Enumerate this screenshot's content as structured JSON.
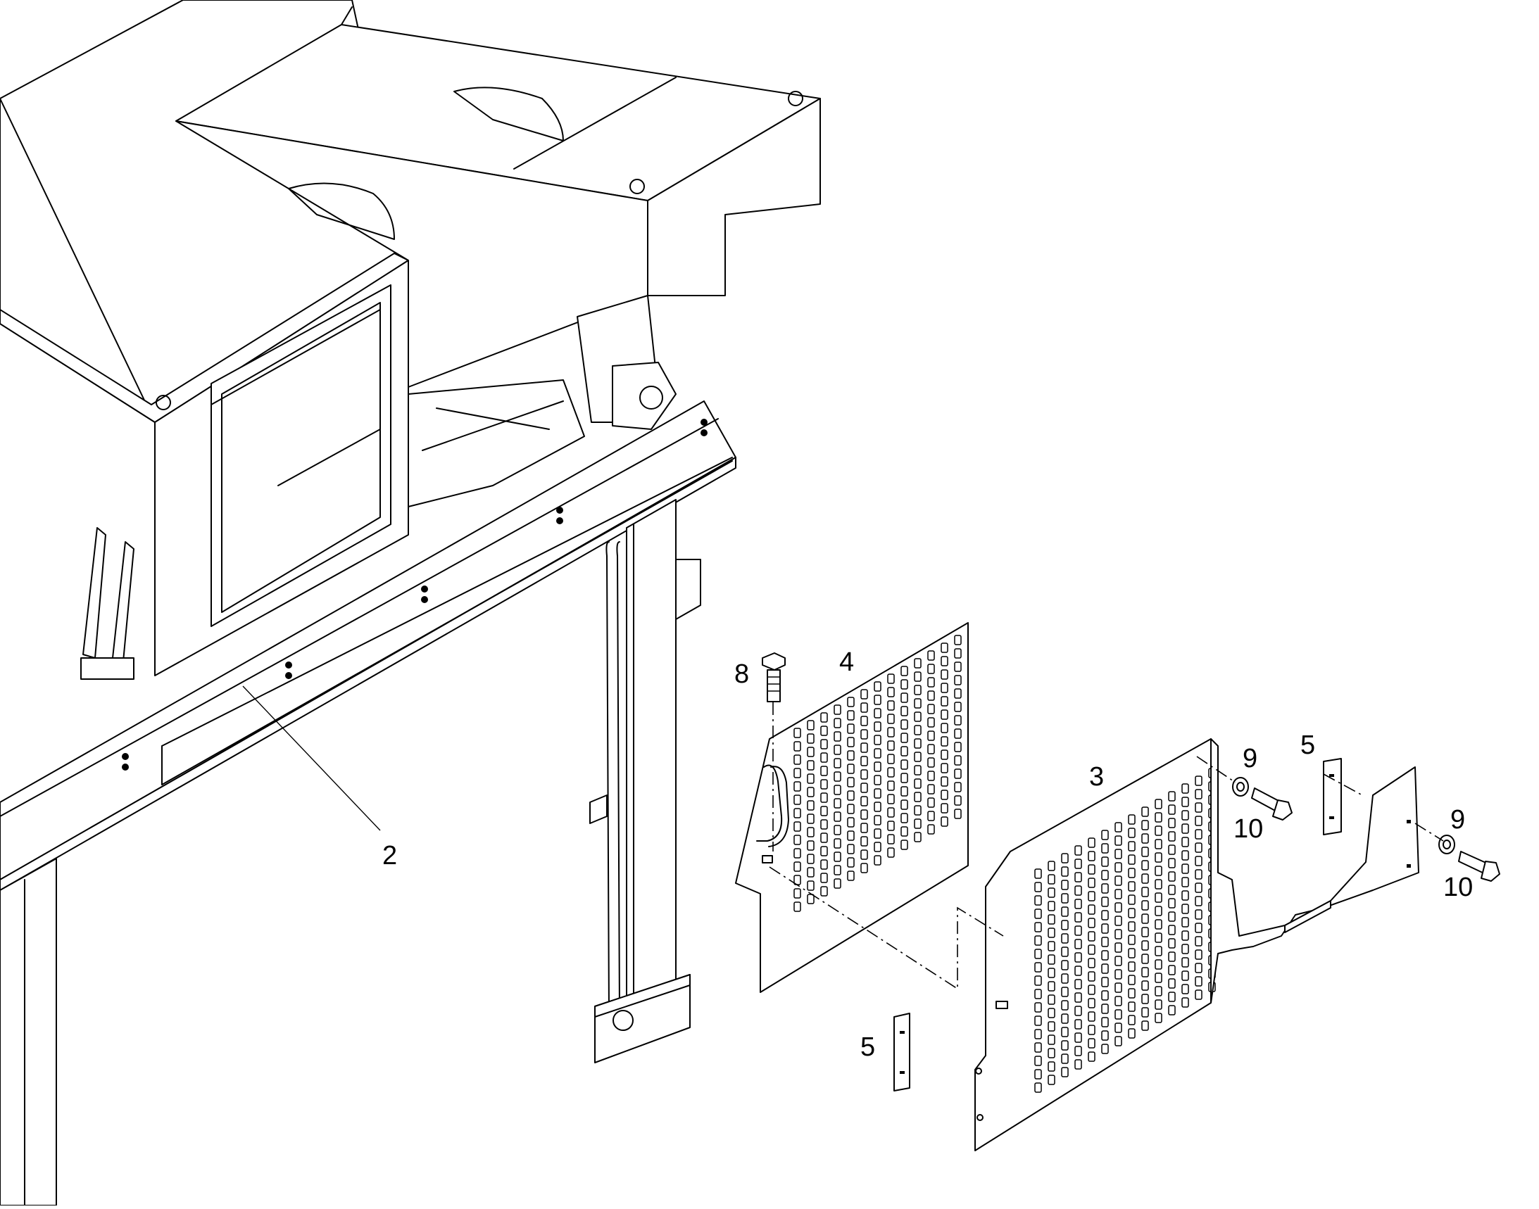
{
  "callouts": {
    "c2": "2",
    "c3": "3",
    "c4": "4",
    "c5a": "5",
    "c5b": "5",
    "c8": "8",
    "c9a": "9",
    "c9b": "9",
    "c10a": "10",
    "c10b": "10"
  }
}
